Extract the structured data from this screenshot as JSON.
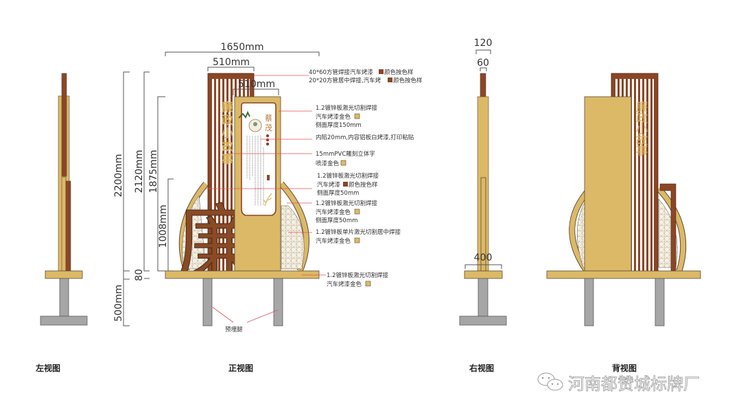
{
  "colors": {
    "gold": "#dcb966",
    "brown": "#8b4626",
    "gray": "#a6a6a6",
    "leader": "#e0505a",
    "outline": "#5a4a3a"
  },
  "dimensions": {
    "total_width": "1650mm",
    "column_width": "510mm",
    "panel_width": "510mm",
    "height_total": "2200mm",
    "height_above_base": "2120mm",
    "panel_height": "1875mm",
    "lower_height": "1008mm",
    "base_thickness": "80",
    "embed_depth": "500mm",
    "side_outer": "120",
    "side_inner": "60",
    "side_base": "400"
  },
  "annotations": [
    {
      "lines": [
        "40*60方管焊接汽车烤漆",
        "颜色按色样"
      ],
      "swatch": "brown"
    },
    {
      "lines": [
        "20*20方管居中焊接,汽车烤",
        "颜色按色样"
      ],
      "swatch": "brown"
    },
    {
      "lines": [
        "1.2镀锌板激光切割焊接",
        "汽车烤漆金色",
        "侧面厚度150mm"
      ],
      "swatch": "gold"
    },
    {
      "lines": [
        "内陷20mm,内容铝板白烤漆,打印粘贴"
      ]
    },
    {
      "lines": [
        "15mmPVC雕刻立体字",
        "喷漆金色"
      ],
      "swatch": "gold"
    },
    {
      "lines": [
        "1.2镀锌板激光切割焊接",
        "汽车烤漆",
        "颜色按色样",
        "侧面厚度50mm"
      ],
      "swatch": "brown"
    },
    {
      "lines": [
        "1.2镀锌板激光切割焊接",
        "汽车烤漆金色",
        "侧面厚度50mm"
      ],
      "swatch": "gold"
    },
    {
      "lines": [
        "1.2镀锌板单片激光切割居中焊接",
        "汽车烤漆金色"
      ],
      "swatch": "gold"
    },
    {
      "lines": [
        "1.2镀锌板激光切割焊接",
        "汽车烤漆金色"
      ],
      "swatch": "gold"
    }
  ],
  "embedded_legs_label": "预埋腿",
  "sign": {
    "vertical_title": [
      "廉",
      "政",
      "小",
      "故",
      "事"
    ],
    "panel_title": [
      "蔡",
      "茂"
    ],
    "big_character": "廉"
  },
  "views": {
    "left": "左视图",
    "front": "正视图",
    "right": "右视图",
    "back": "背视图"
  },
  "watermark": "河南都赞城标牌厂"
}
